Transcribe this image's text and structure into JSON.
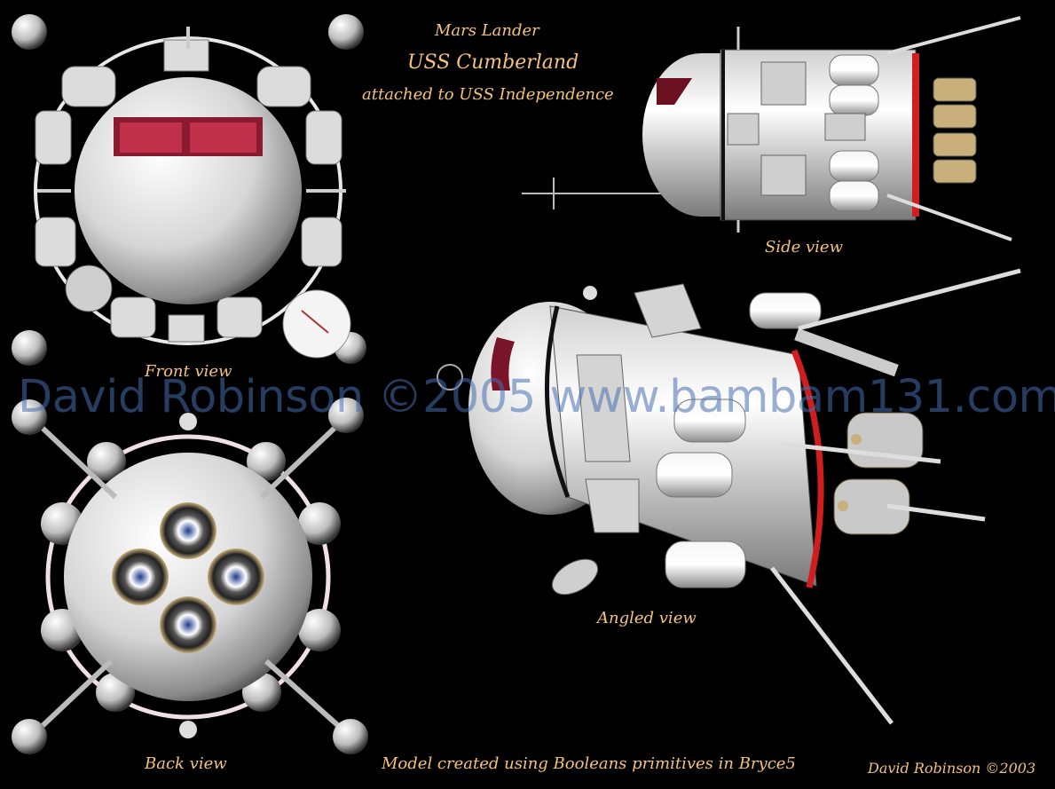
{
  "title": {
    "line1": "Mars Lander",
    "line2": "USS Cumberland",
    "line3": "attached to USS Independence"
  },
  "views": {
    "front": "Front view",
    "side": "Side view",
    "angled": "Angled view",
    "back": "Back view"
  },
  "watermark": "David Robinson ©2005 www.bambam131.com",
  "credit": "Model created using Booleans primitives in Bryce5",
  "author": "David Robinson ©2003",
  "colors": {
    "background": "#000000",
    "label": "#f5c27a",
    "watermark": "#466eaf",
    "hull": "#e8e8e8",
    "accent_red": "#d01e1e"
  }
}
